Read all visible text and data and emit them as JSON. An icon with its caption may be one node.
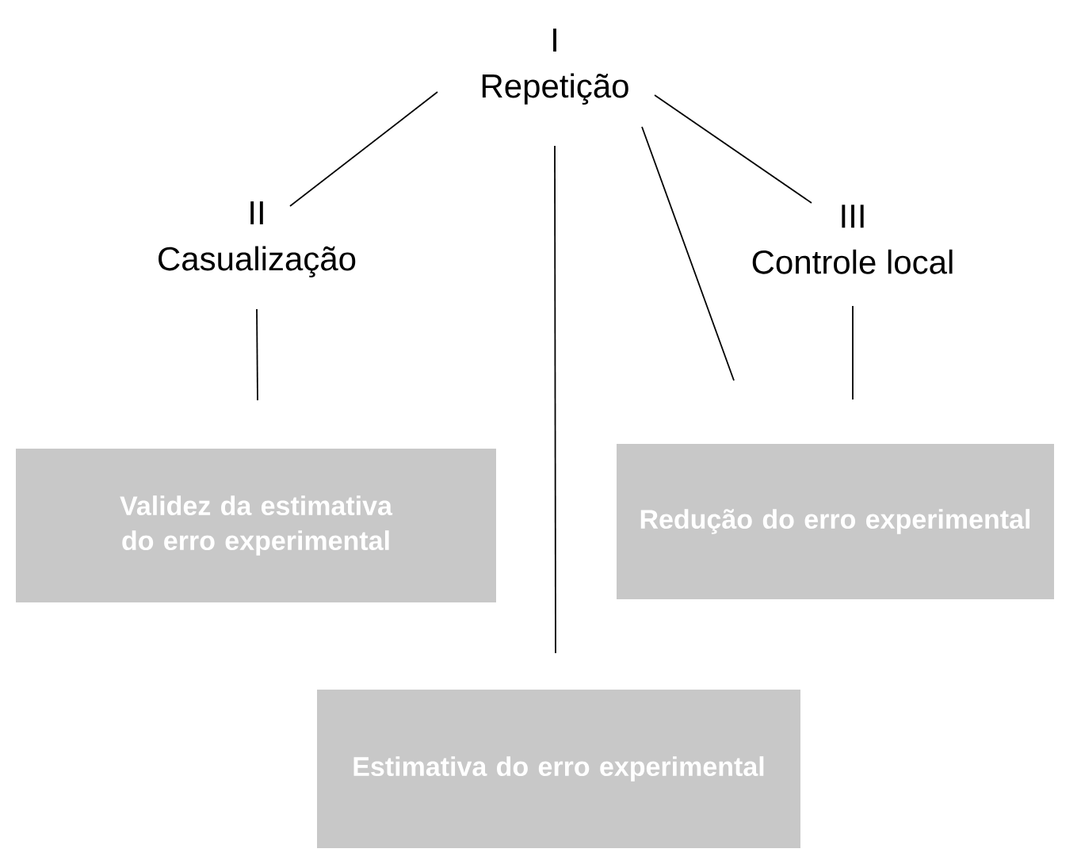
{
  "diagram": {
    "nodes": [
      {
        "text": [
          "I",
          "Repetição"
        ]
      },
      {
        "text": [
          "II",
          "Casualização"
        ]
      },
      {
        "text": [
          "III",
          "Controle local"
        ]
      },
      {
        "text": [
          "Validez da estimativa do erro experimental"
        ]
      },
      {
        "text": [
          "Redução do erro experimental"
        ]
      },
      {
        "text": [
          "Estimativa do erro experimental"
        ]
      }
    ],
    "edges": [
      {
        "from": 0,
        "to": 1,
        "arrow": "none"
      },
      {
        "from": 0,
        "to": 2,
        "arrow": "none"
      },
      {
        "from": 0,
        "to": 4,
        "arrow": "none"
      },
      {
        "from": 0,
        "to": 5,
        "arrow": "none"
      },
      {
        "from": 1,
        "to": 3,
        "arrow": "none"
      },
      {
        "from": 2,
        "to": 4,
        "arrow": "none"
      }
    ]
  }
}
